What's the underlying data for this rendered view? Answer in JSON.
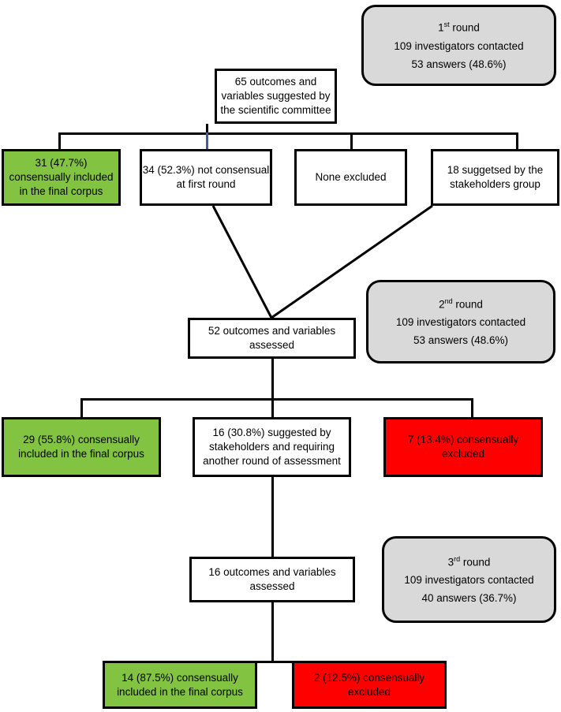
{
  "diagram": {
    "title": "Delphi consensus process flow chart",
    "colors": {
      "included": "#82C341",
      "excluded": "#FF0000",
      "neutral": "#FFFFFF",
      "round_panel": "#D9D9D9",
      "stroke": "#000000",
      "accent_connector": "#3A5FA8"
    },
    "rounds": [
      {
        "id": "round-1",
        "label": "1st round",
        "label_base": "1",
        "label_sup": "st",
        "label_rest": "round",
        "contacted": "109 investigators contacted",
        "answers": "53 answers (48.6%)"
      },
      {
        "id": "round-2",
        "label": "2nd round",
        "label_base": "2",
        "label_sup": "nd",
        "label_rest": "round",
        "contacted": "109 investigators contacted",
        "answers": "53 answers (48.6%)"
      },
      {
        "id": "round-3",
        "label": "3rd round",
        "label_base": "3",
        "label_sup": "rd",
        "label_rest": "round",
        "contacted": "109 investigators contacted",
        "answers": "40 answers (36.7%)"
      }
    ],
    "nodes": {
      "source": "65 outcomes and variables  suggested by the scientific committee",
      "r1_included": "31 (47.7%) consensually included in the final corpus",
      "r1_not_consensual": "34 (52.3%) not consensual at first round",
      "r1_none_excluded": "None excluded",
      "r1_stakeholders": "18 suggetsed by the stakeholders group",
      "r2_assessed": "52 outcomes and variables assessed",
      "r2_included": "29 (55.8%) consensually included in the final corpus",
      "r2_requiring": "16 (30.8%) suggested by stakeholders and requiring another round of assessment",
      "r2_excluded": "7  (13.4%) consensually excluded",
      "r3_assessed": "16 outcomes and variables assessed",
      "r3_included": "14 (87.5%) consensually included in the final corpus",
      "r3_excluded": "2 (12.5%) consensually excluded"
    }
  },
  "chart_data": {
    "type": "diagram",
    "title": "Delphi consensus process flow chart",
    "stages": [
      {
        "round": "1st round",
        "contacted": 109,
        "answers": 53,
        "response_rate_pct": 48.6,
        "items_assessed": 65,
        "included": 31,
        "included_pct": 47.7,
        "not_consensual": 34,
        "not_consensual_pct": 52.3,
        "excluded": 0,
        "suggested_by_stakeholders": 18
      },
      {
        "round": "2nd round",
        "contacted": 109,
        "answers": 53,
        "response_rate_pct": 48.6,
        "items_assessed": 52,
        "included": 29,
        "included_pct": 55.8,
        "requiring_another_round": 16,
        "requiring_another_round_pct": 30.8,
        "excluded": 7,
        "excluded_pct": 13.4
      },
      {
        "round": "3rd round",
        "contacted": 109,
        "answers": 40,
        "response_rate_pct": 36.7,
        "items_assessed": 16,
        "included": 14,
        "included_pct": 87.5,
        "excluded": 2,
        "excluded_pct": 12.5
      }
    ]
  }
}
